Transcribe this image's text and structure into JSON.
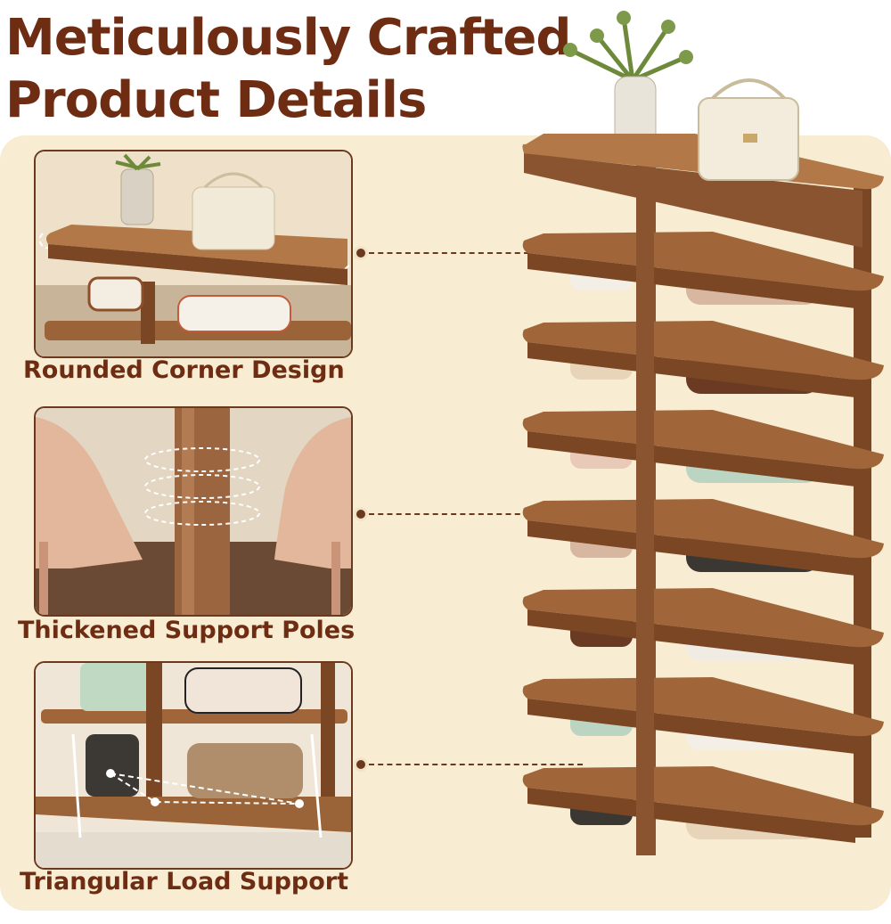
{
  "headline": {
    "line1": "Meticulously Crafted",
    "line2": "Product Details"
  },
  "features": [
    {
      "label": "Rounded Corner Design"
    },
    {
      "label": "Thickened Support Poles"
    },
    {
      "label": "Triangular Load Support"
    }
  ],
  "colors": {
    "title": "#6e2d12",
    "panel": "#f8ecd2",
    "wood": "#a0663a",
    "wood_dark": "#7a4624",
    "pole": "#8a5430"
  },
  "rack": {
    "tiers": 8
  }
}
